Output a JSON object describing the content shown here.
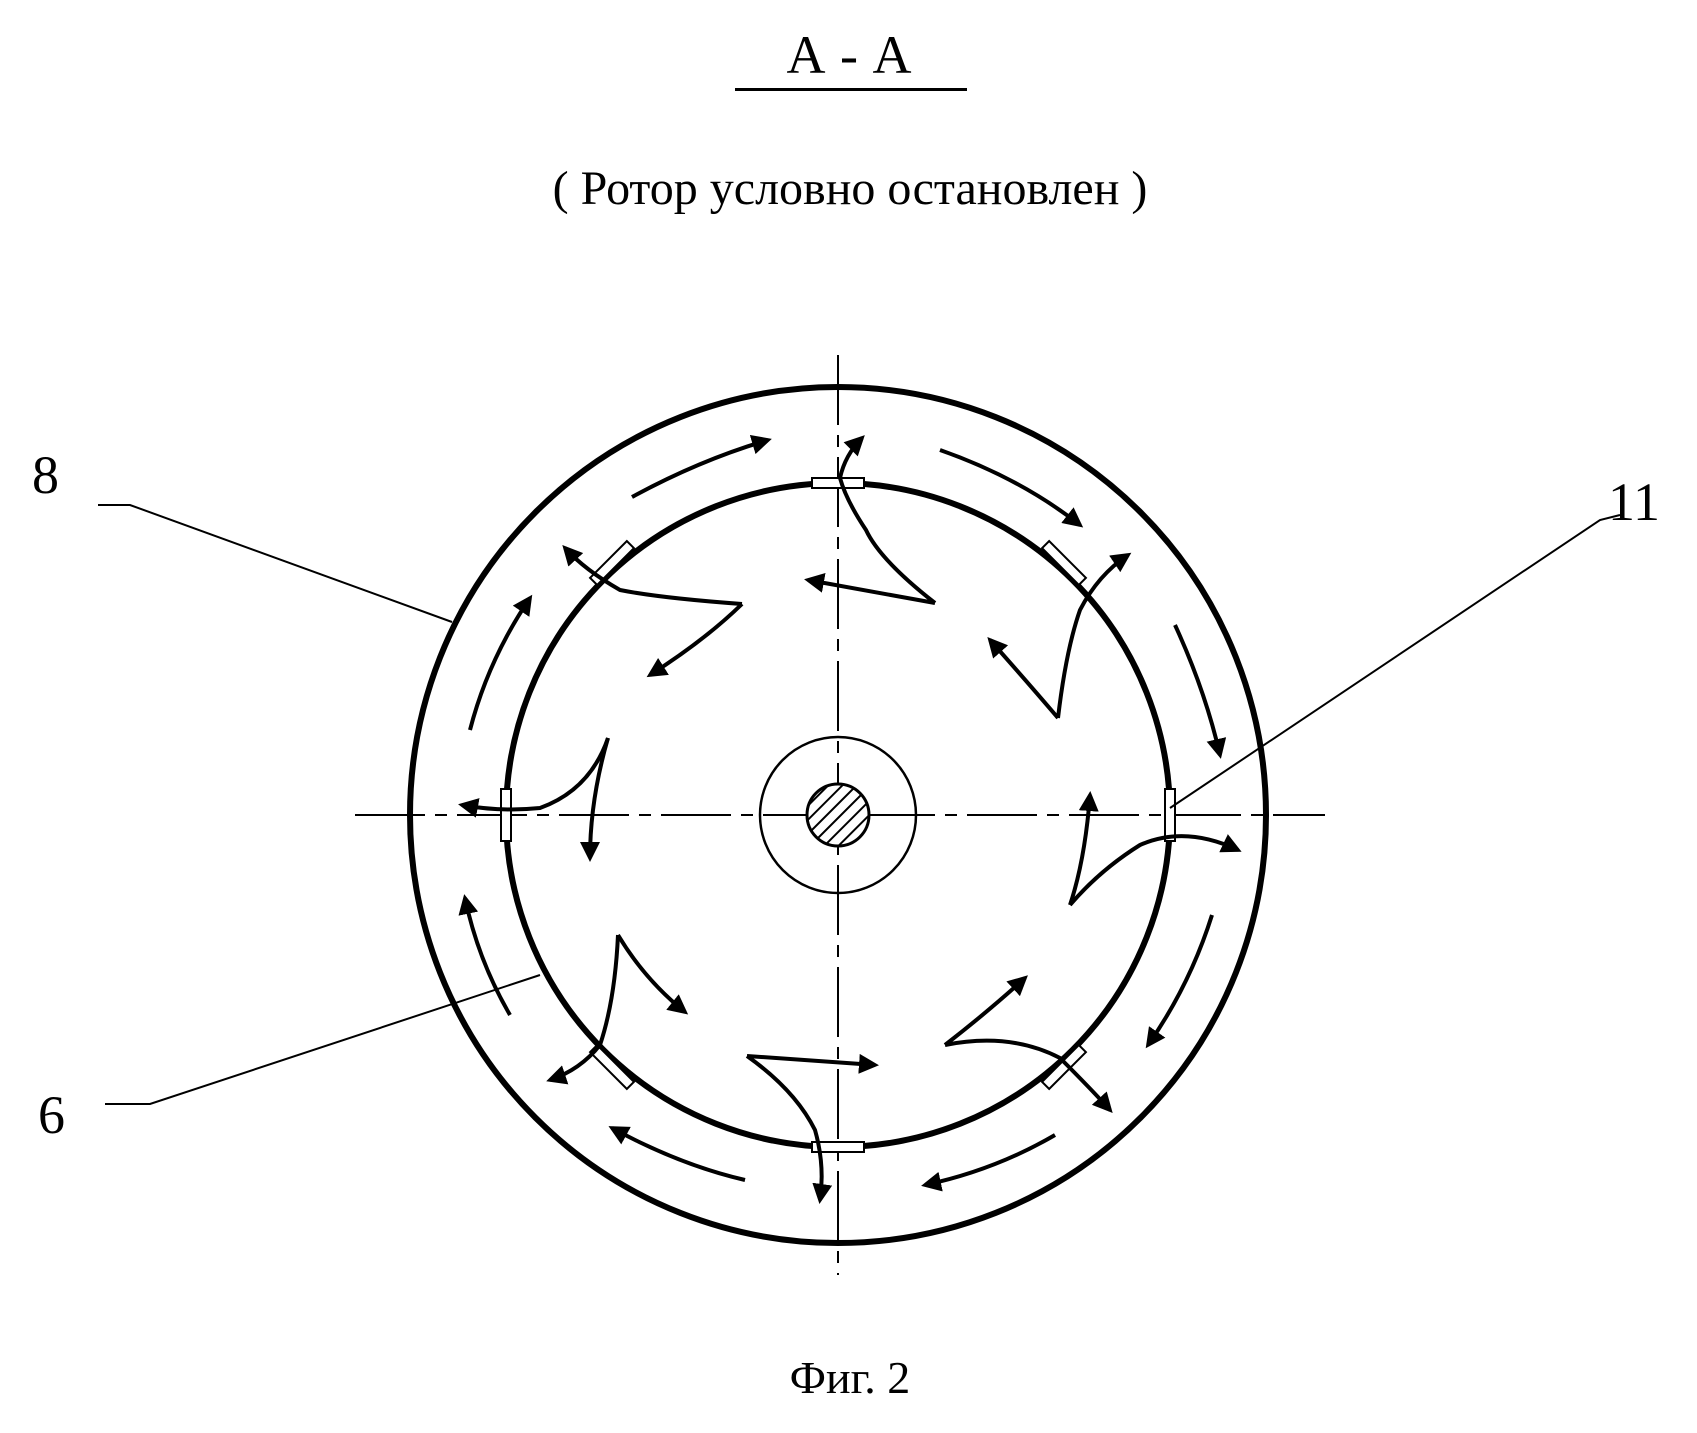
{
  "section": {
    "title": "A - A",
    "subtitle": "( Ротор условно остановлен )"
  },
  "labels": {
    "outer_casing": "8",
    "inner_rotor": "6",
    "slot": "11"
  },
  "caption": "Фиг. 2",
  "colors": {
    "ink": "#000000",
    "paper": "#ffffff"
  }
}
